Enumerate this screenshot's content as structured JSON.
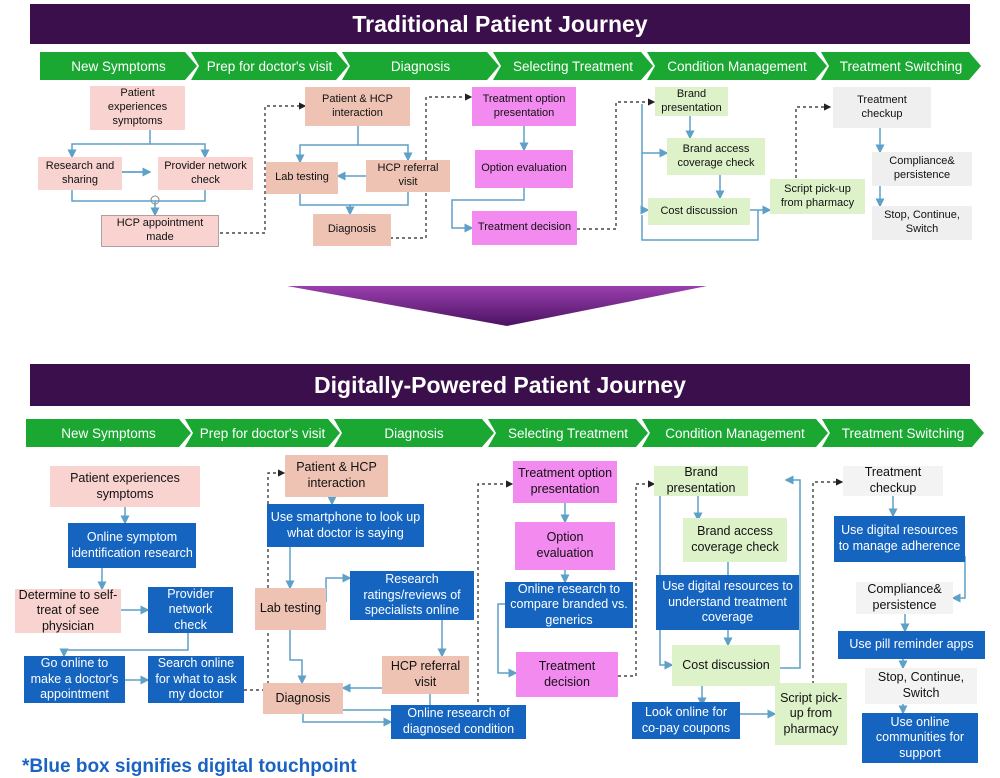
{
  "colors": {
    "banner": "#3b0f4b",
    "stage": "#1aa832",
    "blue": "#1565c0",
    "arrow": "#5fa0c8"
  },
  "traditional": {
    "title": "Traditional Patient Journey",
    "stages": [
      "New Symptoms",
      "Prep for doctor's visit",
      "Diagnosis",
      "Selecting Treatment",
      "Condition Management",
      "Treatment Switching"
    ],
    "boxes": {
      "patient_experiences": "Patient experiences symptoms",
      "research_sharing": "Research and sharing",
      "provider_network": "Provider network check",
      "hcp_appointment": "HCP appointment made",
      "patient_hcp": "Patient & HCP interaction",
      "lab_testing": "Lab testing",
      "hcp_referral": "HCP referral visit",
      "diagnosis": "Diagnosis",
      "treatment_option": "Treatment option presentation",
      "option_evaluation": "Option evaluation",
      "treatment_decision": "Treatment decision",
      "brand_presentation": "Brand presentation",
      "brand_access": "Brand access coverage check",
      "cost_discussion": "Cost discussion",
      "script_pickup": "Script pick-up from pharmacy",
      "treatment_checkup": "Treatment checkup",
      "compliance": "Compliance& persistence",
      "stop_continue": "Stop, Continue, Switch"
    }
  },
  "digital": {
    "title": "Digitally-Powered Patient Journey",
    "stages": [
      "New Symptoms",
      "Prep for doctor's visit",
      "Diagnosis",
      "Selecting Treatment",
      "Condition  Management",
      "Treatment  Switching"
    ],
    "boxes": {
      "patient_experiences": "Patient experiences symptoms",
      "online_symptom": "Online symptom identification research",
      "determine_self_treat": "Determine to self-treat of see physician",
      "provider_network": "Provider network check",
      "go_online_appointment": "Go online to make a doctor's appointment",
      "search_online": "Search online for what to ask my doctor",
      "patient_hcp": "Patient & HCP interaction",
      "use_smartphone": "Use smartphone to look up what doctor is saying",
      "lab_testing": "Lab testing",
      "research_ratings": "Research ratings/reviews of specialists online",
      "hcp_referral": "HCP referral visit",
      "diagnosis": "Diagnosis",
      "online_research_diagnosed": "Online research of diagnosed condition",
      "treatment_option": "Treatment option presentation",
      "option_evaluation": "Option evaluation",
      "online_research_compare": "Online research to compare branded vs. generics",
      "treatment_decision": "Treatment decision",
      "brand_presentation": "Brand presentation",
      "brand_access": "Brand access coverage check",
      "use_digital_coverage": "Use digital resources to understand treatment coverage",
      "cost_discussion": "Cost discussion",
      "look_online_copay": "Look online for co-pay coupons",
      "script_pickup": "Script pick-up from pharmacy",
      "treatment_checkup": "Treatment checkup",
      "use_digital_adherence": "Use digital resources to manage adherence",
      "compliance": "Compliance& persistence",
      "pill_reminder": "Use pill reminder apps",
      "stop_continue": "Stop, Continue, Switch",
      "online_communities": "Use online communities for support"
    }
  },
  "footnote": "*Blue box signifies digital touchpoint"
}
